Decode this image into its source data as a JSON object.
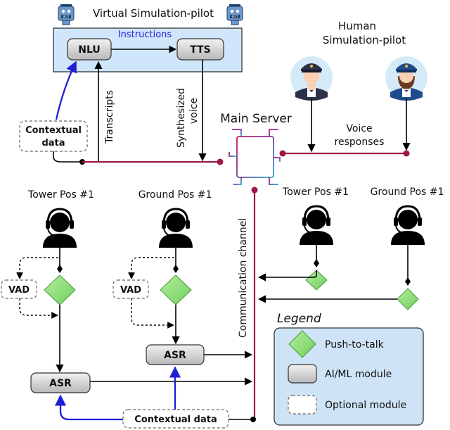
{
  "virtual_pilot": {
    "title": "Virtual Simulation-pilot",
    "instructions": "Instructions",
    "nlu": "NLU",
    "tts": "TTS",
    "robot_badge": "BOT"
  },
  "contextual_top": {
    "line1": "Contextual",
    "line2": "data"
  },
  "transcripts": "Transcripts",
  "synth": {
    "line1": "Synthesized",
    "line2": "voice"
  },
  "main_server": "Main Server",
  "human_pilot": {
    "line1": "Human",
    "line2": "Simulation-pilot"
  },
  "voice_responses": {
    "line1": "Voice",
    "line2": "responses"
  },
  "positions": {
    "tower_left": "Tower Pos #1",
    "ground_left": "Ground Pos #1",
    "tower_right": "Tower Pos #1",
    "ground_right": "Ground Pos #1"
  },
  "vad": "VAD",
  "asr": "ASR",
  "communication_channel": "Communication channel",
  "contextual_bottom": "Contextual data",
  "legend": {
    "title": "Legend",
    "push_to_talk": "Push-to-talk",
    "ai_ml": "AI/ML module",
    "optional": "Optional module"
  },
  "colors": {
    "crimson": "#a0164a",
    "blue": "#1f1fd6",
    "panel_fill": "#cfe6fb",
    "diamond": "#8fdc7c",
    "legend_fill": "#cfe3f6"
  }
}
